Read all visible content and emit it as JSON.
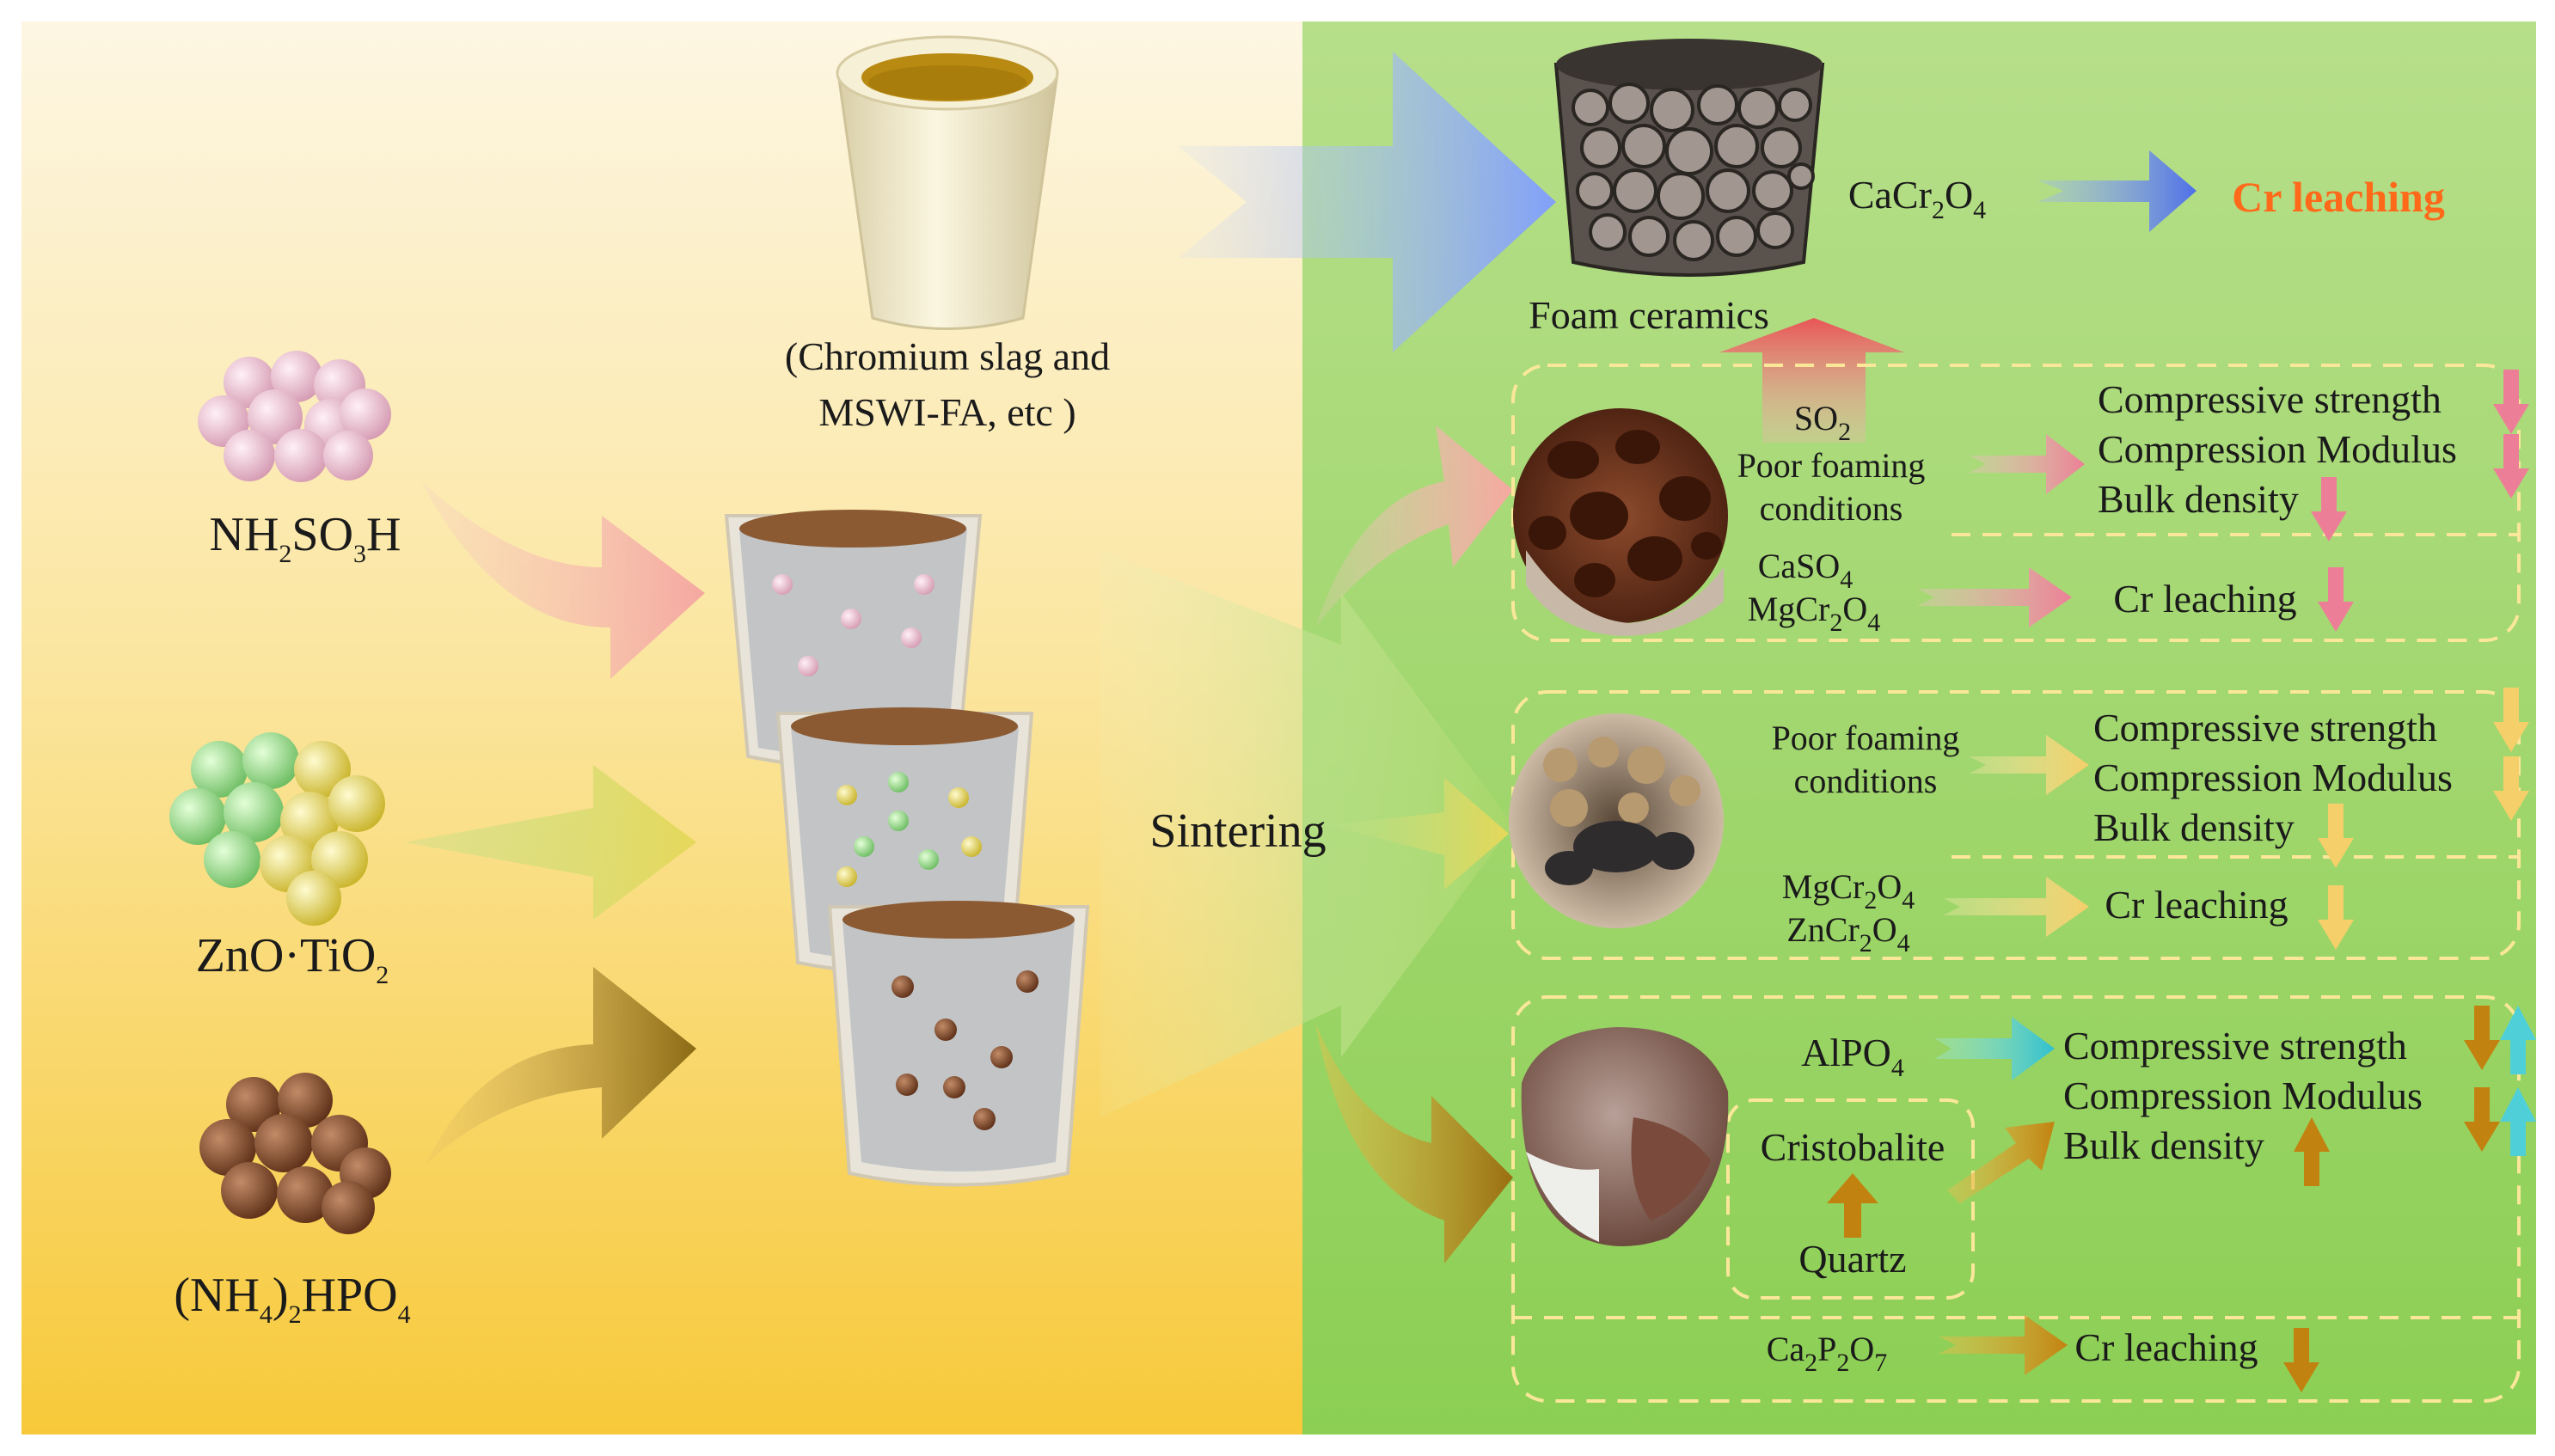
{
  "raw_materials": {
    "slag_label_line1": "(Chromium slag and",
    "slag_label_line2": "MSWI-FA, etc )"
  },
  "additives": [
    {
      "id": "sulfamic",
      "formula_parts": [
        "NH",
        "2",
        "SO",
        "3",
        "H"
      ],
      "color": "#e8b6c8"
    },
    {
      "id": "zno_tio2",
      "formula_parts": [
        "ZnO·TiO",
        "2"
      ],
      "colors": [
        "#8fd68f",
        "#e2d24a"
      ]
    },
    {
      "id": "dap",
      "formula_parts": [
        "(NH",
        "4",
        ")",
        "2",
        "HPO",
        "4"
      ],
      "color": "#8a5030"
    }
  ],
  "process": {
    "sintering_label": "Sintering"
  },
  "top_row": {
    "product_label": "Foam ceramics",
    "phase_parts": [
      "CaCr",
      "2",
      "O",
      "4"
    ],
    "result_label": "Cr leaching",
    "result_color": "#ff6a1a"
  },
  "group_sulfamic": {
    "gas_parts": [
      "SO",
      "2"
    ],
    "condition_line1": "Poor foaming",
    "condition_line2": "conditions",
    "properties": [
      "Compressive strength",
      "Compression Modulus",
      "Bulk density"
    ],
    "phase1_parts": [
      "CaSO",
      "4"
    ],
    "phase2_parts": [
      "MgCr",
      "2",
      "O",
      "4"
    ],
    "leaching_label": "Cr leaching",
    "arrow_color": "#f2a0b4"
  },
  "group_zno": {
    "condition_line1": "Poor foaming",
    "condition_line2": "conditions",
    "properties": [
      "Compressive strength",
      "Compression Modulus",
      "Bulk density"
    ],
    "phase1_parts": [
      "MgCr",
      "2",
      "O",
      "4"
    ],
    "phase2_parts": [
      "ZnCr",
      "2",
      "O",
      "4"
    ],
    "leaching_label": "Cr leaching",
    "arrow_color": "#f5dc90"
  },
  "group_dap": {
    "phase_alpo_parts": [
      "AlPO",
      "4"
    ],
    "cristobalite_label": "Cristobalite",
    "quartz_label": "Quartz",
    "properties": [
      "Compressive strength",
      "Compression Modulus",
      "Bulk density"
    ],
    "phase_ca_parts": [
      "Ca",
      "2",
      "P",
      "2",
      "O",
      "7"
    ],
    "leaching_label": "Cr leaching",
    "arrow_color": "#c8901a",
    "accent_color": "#4fd0d8"
  }
}
